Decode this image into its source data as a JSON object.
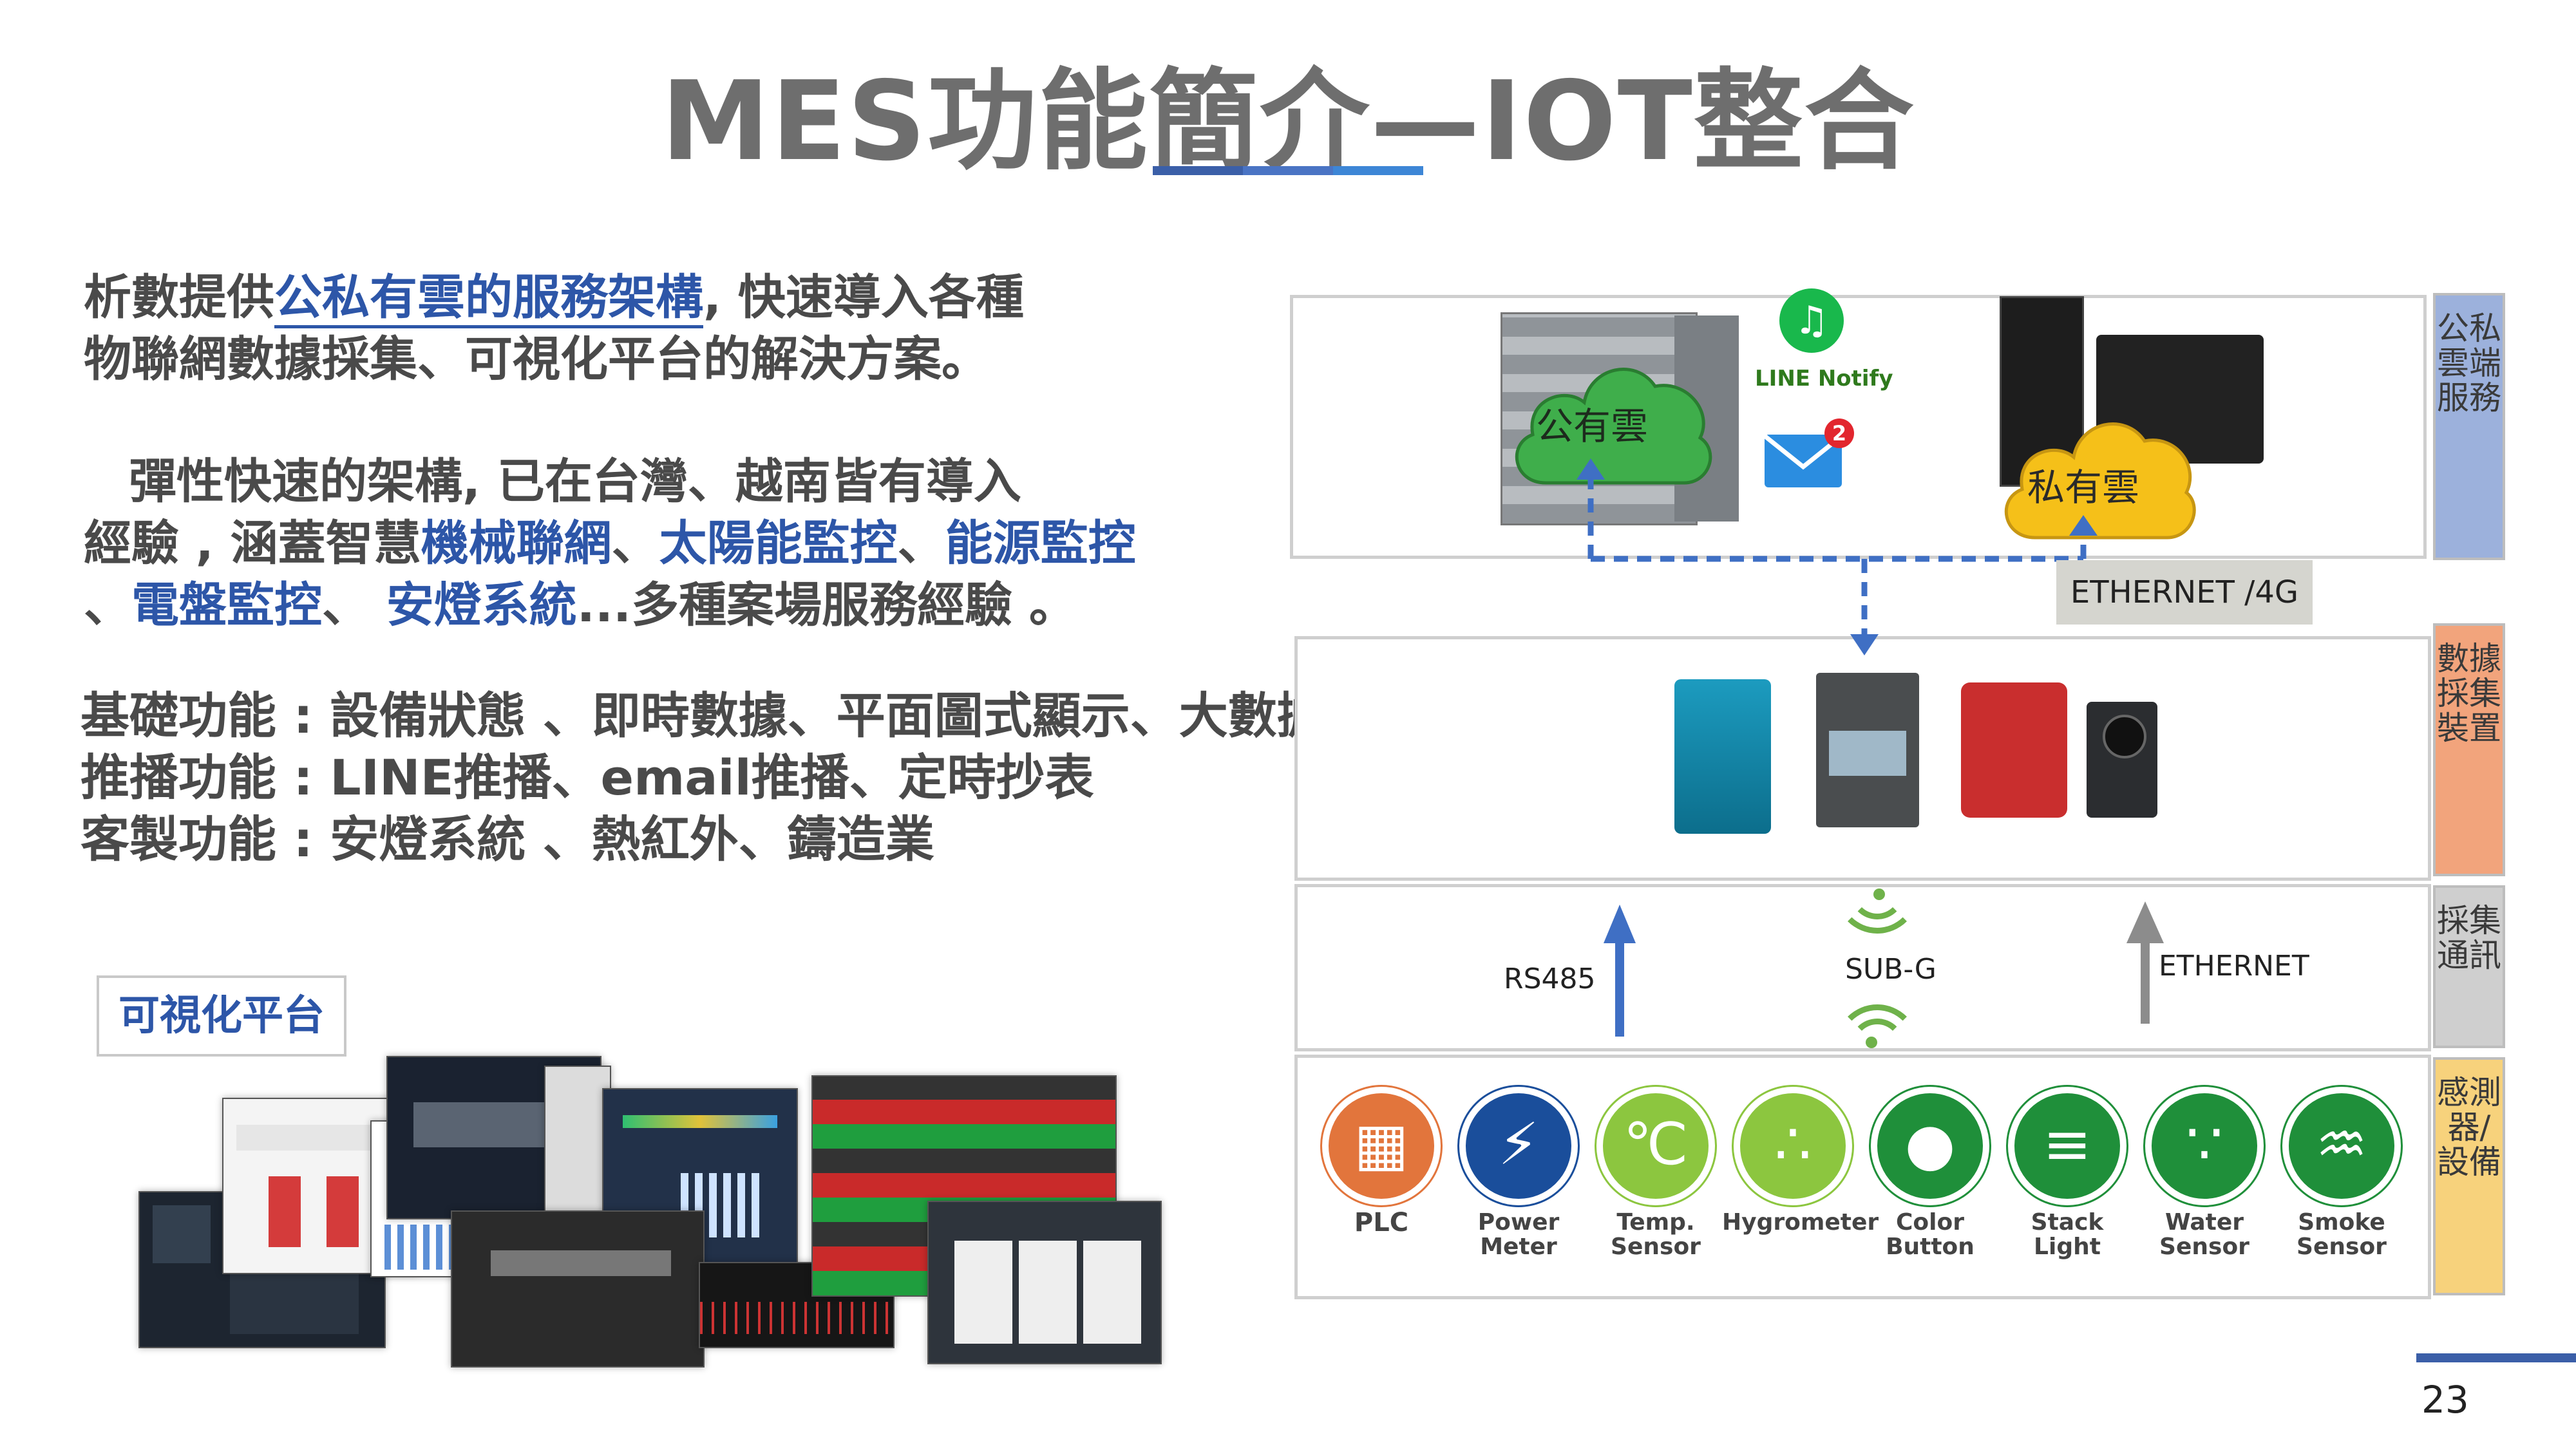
{
  "title": "MES功能簡介—IOT整合",
  "intro": {
    "l1_a": "析數提供",
    "l1_link": "公私有雲的服務架構",
    "l1_b": ", 快速導入各種",
    "l2": "物聯網數據採集、可視化平台的解決方案。",
    "l3": "彈性快速的架構, 已在台灣、越南皆有導入",
    "l4_a": "經驗 , 涵蓋智慧",
    "l4_h1": "機械聯網",
    "l4_s1": "、",
    "l4_h2": "太陽能監控",
    "l4_s2": "、",
    "l4_h3": "能源監控",
    "l5_a": "、",
    "l5_h1": "電盤監控",
    "l5_s1": "、 ",
    "l5_h2": "安燈系統",
    "l5_b": "...多種案場服務經驗 。"
  },
  "functions": [
    "基礎功能 : 設備狀態 、即時數據、平面圖式顯示、大數據分析",
    "推播功能 : LINE推播、email推播、定時抄表",
    "客製功能 : 安燈系統 、熱紅外、鑄造業"
  ],
  "visualization_label": "可視化平台",
  "diagram": {
    "layers": [
      {
        "label": "公私雲端服務",
        "color": "#9cb1dc"
      },
      {
        "label": "數據採集裝置",
        "color": "#f2a47c"
      },
      {
        "label": "採集通訊",
        "color": "#cfcfcf"
      },
      {
        "label": "感測器/設備",
        "color": "#f7d27c"
      }
    ],
    "public_cloud": "公有雲",
    "private_cloud": "私有雲",
    "line_notify": "LINE Notify",
    "mail_badge": "2",
    "ethernet_4g": "ETHERNET /4G",
    "comm": {
      "rs485": "RS485",
      "subg": "SUB-G",
      "ethernet": "ETHERNET"
    },
    "sensors": [
      {
        "name": "PLC",
        "icon": "plc-icon"
      },
      {
        "name": "Power\nMeter",
        "icon": "power-meter-icon"
      },
      {
        "name": "Temp.\nSensor",
        "icon": "thermometer-icon"
      },
      {
        "name": "Hygrometer",
        "icon": "droplets-icon"
      },
      {
        "name": "Color\nButton",
        "icon": "button-icon"
      },
      {
        "name": "Stack\nLight",
        "icon": "stack-light-icon"
      },
      {
        "name": "Water\nSensor",
        "icon": "water-drops-icon"
      },
      {
        "name": "Smoke\nSensor",
        "icon": "smoke-detector-icon"
      }
    ],
    "colors": {
      "accent_blue": "#3f6fc4",
      "sensor_green": "#1f8f3a",
      "arrow_grey": "#8c8c8c"
    }
  },
  "page_number": "23"
}
